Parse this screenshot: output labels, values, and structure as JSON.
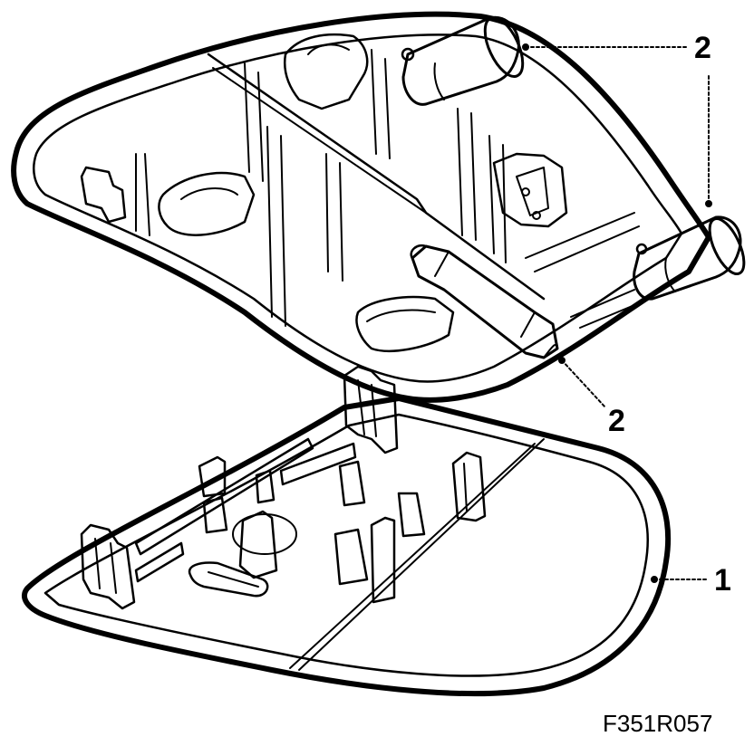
{
  "callouts": {
    "bulb_top": "2",
    "bulb_right": "2",
    "bulb_center": "2",
    "lens_cover": "1"
  },
  "figure_id": "F351R057",
  "colors": {
    "line": "#000000",
    "background": "#ffffff"
  }
}
